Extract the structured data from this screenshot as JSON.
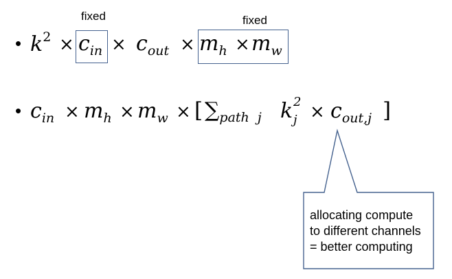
{
  "annotations": {
    "fixed_left": "fixed",
    "fixed_right": "fixed"
  },
  "formula1": {
    "k": "k",
    "k_exp": "2",
    "times1": "×",
    "c_in": "c",
    "c_in_sub": "in",
    "times2": "×",
    "c_out": "c",
    "c_out_sub": "out",
    "times3": "×",
    "m_h": "m",
    "m_h_sub": "h",
    "times4": "×",
    "m_w": "m",
    "m_w_sub": "w"
  },
  "formula2": {
    "c_in": "c",
    "c_in_sub": "in",
    "times1": "×",
    "m_h": "m",
    "m_h_sub": "h",
    "times2": "×",
    "m_w": "m",
    "m_w_sub": "w",
    "times3": "×",
    "lbracket": "[",
    "sum": "∑",
    "sum_sub": "path  j",
    "k": "k",
    "k_exp": "2",
    "k_sub": "j",
    "times4": "×",
    "c_out": "c",
    "c_out_sub": "out,j",
    "rbracket": "]"
  },
  "callout": {
    "line1": "allocating compute",
    "line2": "to different channels",
    "line3": "= better computing"
  },
  "colors": {
    "box_border": "#44618e",
    "callout_border": "#44618e",
    "text": "#000000"
  }
}
